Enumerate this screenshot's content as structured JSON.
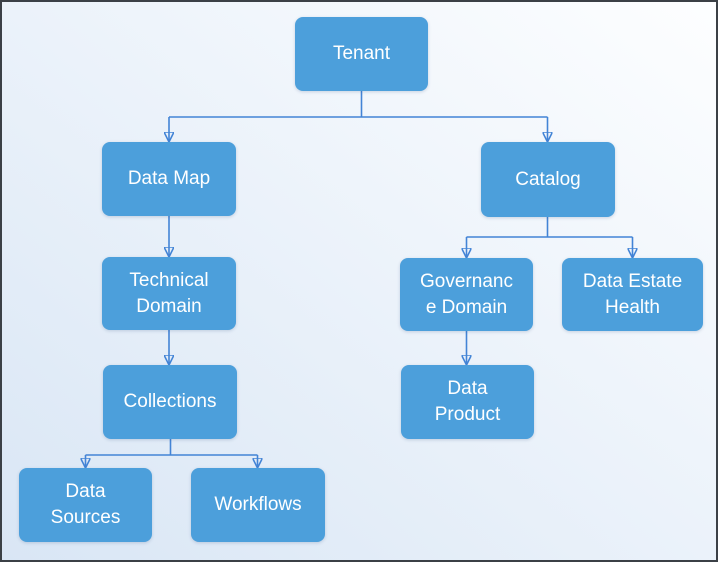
{
  "diagram": {
    "type": "hierarchy",
    "root": "tenant"
  },
  "nodes": {
    "tenant": {
      "label": "Tenant"
    },
    "data_map": {
      "label": "Data Map"
    },
    "catalog": {
      "label": "Catalog"
    },
    "technical_domain": {
      "label": "Technical\nDomain"
    },
    "governance_domain": {
      "label": "Governanc\ne Domain"
    },
    "data_estate_health": {
      "label": "Data Estate\nHealth"
    },
    "collections": {
      "label": "Collections"
    },
    "data_product": {
      "label": "Data\nProduct"
    },
    "data_sources": {
      "label": "Data\nSources"
    },
    "workflows": {
      "label": "Workflows"
    }
  },
  "edges": [
    [
      "tenant",
      "data_map"
    ],
    [
      "tenant",
      "catalog"
    ],
    [
      "data_map",
      "technical_domain"
    ],
    [
      "technical_domain",
      "collections"
    ],
    [
      "collections",
      "data_sources"
    ],
    [
      "collections",
      "workflows"
    ],
    [
      "catalog",
      "governance_domain"
    ],
    [
      "catalog",
      "data_estate_health"
    ],
    [
      "governance_domain",
      "data_product"
    ]
  ],
  "colors": {
    "background_top_right": "#fdfeff",
    "background_bottom_left": "#d9e6f5",
    "node_fill": "#4C9FDB",
    "node_text": "#ffffff",
    "connector": "#4384D6",
    "arrowhead": "#2E6BC6",
    "frame_border": "#3b4046"
  }
}
